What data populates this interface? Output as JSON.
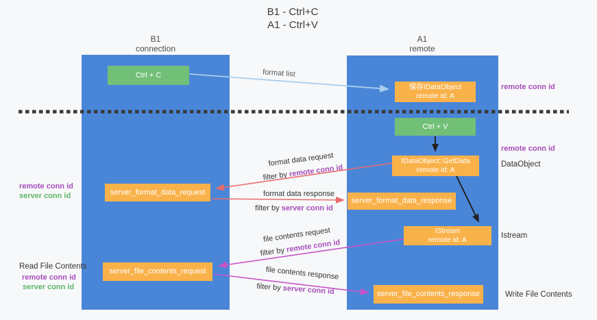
{
  "title": {
    "line1": "B1 - Ctrl+C",
    "line2": "A1 - Ctrl+V"
  },
  "lanes": {
    "left": {
      "header_line1": "B1",
      "header_line2": "connection"
    },
    "right": {
      "header_line1": "A1",
      "header_line2": "remote"
    }
  },
  "nodes": {
    "ctrl_c": {
      "label": "Ctrl + C"
    },
    "ctrl_v": {
      "label": "Ctrl + V"
    },
    "save_idataobject": {
      "line1": "保存IDataObject",
      "line2": "remote id: A"
    },
    "idataobject_getdata": {
      "line1": "IDataObject::GetData",
      "line2": "remote id: A"
    },
    "istream": {
      "line1": "IStream",
      "line2": "remote id: A"
    },
    "server_format_data_request": {
      "label": "server_format_data_request"
    },
    "server_format_data_response": {
      "label": "server_format_data_response"
    },
    "server_file_contents_request": {
      "label": "server_file_contents_request"
    },
    "server_file_contents_response": {
      "label": "server_file_contents_response"
    }
  },
  "side_labels": {
    "right_top_remote_conn_id": "remote conn id",
    "right_mid_remote_conn_id": "remote conn id",
    "dataobject": "DataObject",
    "istream": "Istream",
    "write_file_contents": "Write File Contents",
    "left_mid_remote_conn_id": "remote conn id",
    "left_mid_server_conn_id": "server conn id",
    "read_file_contents": "Read File Contents",
    "left_bottom_remote_conn_id": "remote conn id",
    "left_bottom_server_conn_id": "server conn id"
  },
  "arrow_labels": {
    "format_list": "format list",
    "format_data_request": "format data request",
    "format_data_response": "format data response",
    "file_contents_request": "file contents request",
    "file_contents_response": "file contents response",
    "filter_by": "filter by ",
    "remote_conn_id": "remote conn id",
    "server_conn_id": "server conn id"
  },
  "colors": {
    "lane_blue": "#4a86d8",
    "box_green": "#72bf77",
    "box_orange": "#f9b24a",
    "arrow_blue": "#aacfee",
    "arrow_red": "#e96c6c",
    "arrow_magenta": "#c853c8",
    "arrow_black": "#222222",
    "dashed_line": "#3a3a3a",
    "text_purple": "#a64dba",
    "text_green": "#5cb567"
  }
}
